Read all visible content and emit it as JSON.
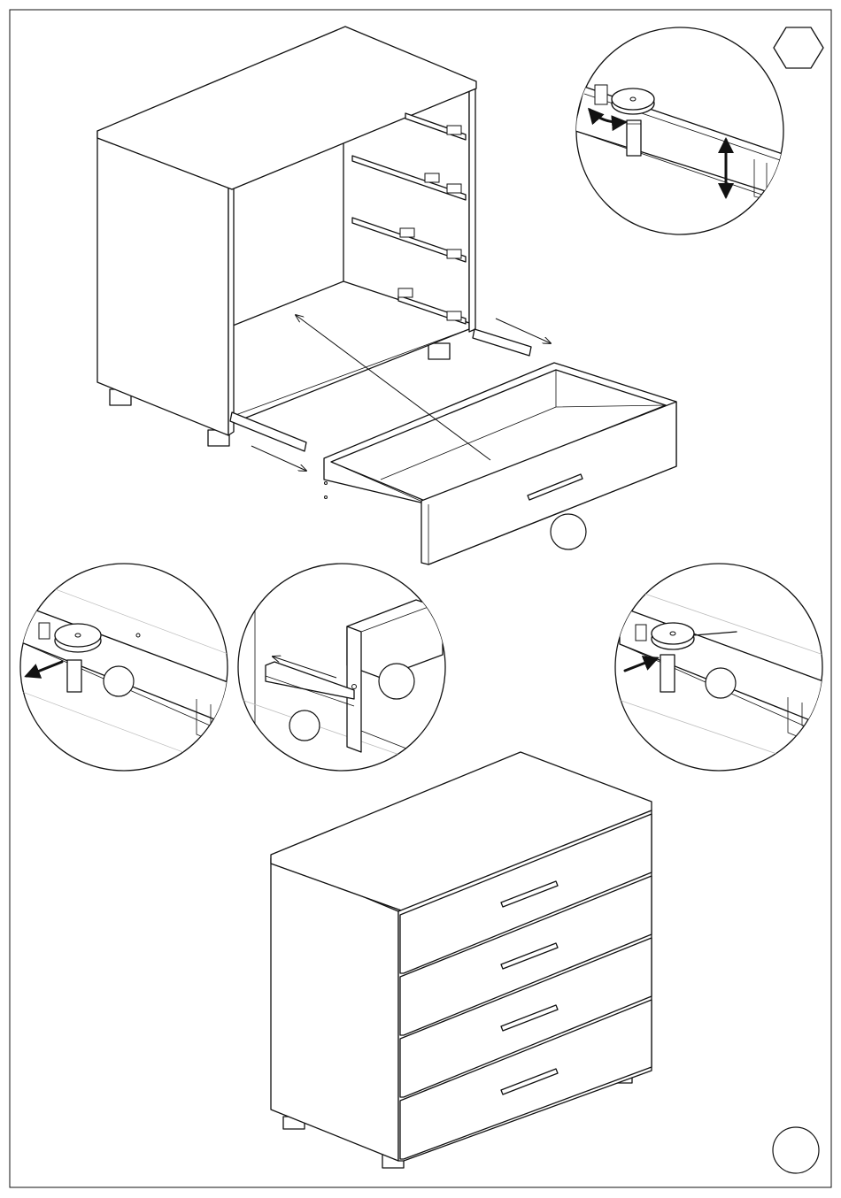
{
  "page": {
    "type": "assembly-instruction-step",
    "step_marker_shape": "hexagon",
    "part_markers": "blank circles",
    "background": "#ffffff",
    "line_color": "#111111"
  },
  "views": {
    "main": "cabinet-with-drawer-being-inserted",
    "details": [
      "drawer-height-adjuster",
      "adjuster-release",
      "rail-slide-in",
      "adjuster-lock"
    ],
    "result": "four-drawer-chest-assembled"
  },
  "icons": [
    "hexagon-icon",
    "double-arrow-icon",
    "curved-arrow-icon",
    "direction-arrow-icon"
  ]
}
